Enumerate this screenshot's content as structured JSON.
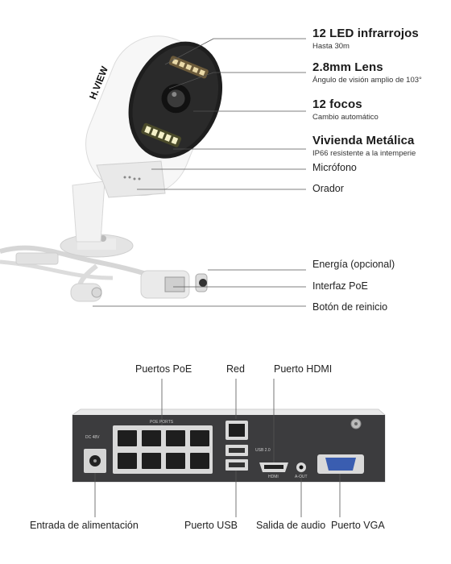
{
  "camera": {
    "brand": "H.VIEW",
    "features": [
      {
        "title": "12 LED infrarrojos",
        "subtitle": "Hasta 30m"
      },
      {
        "title": "2.8mm Lens",
        "subtitle": "Ángulo de visión amplio de 103°"
      },
      {
        "title": "12 focos",
        "subtitle": "Cambio automático"
      },
      {
        "title": "Vivienda Metálica",
        "subtitle": "IP66 resistente a la intemperie"
      }
    ],
    "labels": {
      "microphone": "Micrófono",
      "speaker": "Orador",
      "power": "Energía (opcional)",
      "poe_interface": "Interfaz PoE",
      "reset": "Botón de reinicio"
    }
  },
  "nvr": {
    "top_labels": {
      "poe_ports": "Puertos PoE",
      "network": "Red",
      "hdmi": "Puerto HDMI"
    },
    "bottom_labels": {
      "power_input": "Entrada de alimentación",
      "usb": "Puerto USB",
      "audio_out": "Salida de audio",
      "vga": "Puerto VGA"
    },
    "panel_text": {
      "poe_ports": "POE PORTS",
      "usb": "USB 2.0",
      "hdmi": "HDMI",
      "audio": "A-OUT",
      "dc": "DC 48V"
    }
  },
  "colors": {
    "line": "#555555",
    "panel": "#3c3c3e",
    "chassis": "#e9e9e9"
  }
}
